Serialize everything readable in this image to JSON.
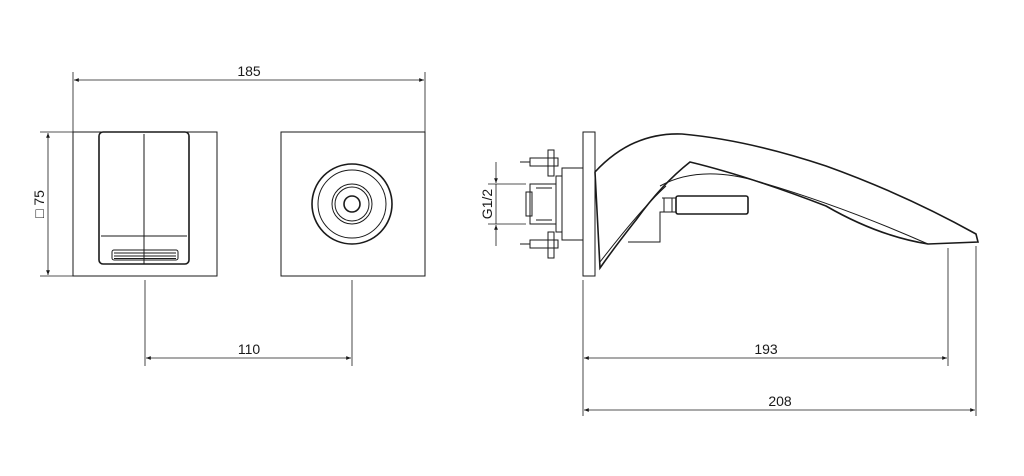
{
  "dimensions": {
    "overall_width": "185",
    "square_size": "□ 75",
    "center_distance": "110",
    "thread": "G1/2",
    "spout_reach": "193",
    "total_depth": "208"
  },
  "colors": {
    "line": "#1a1a1a",
    "background": "#ffffff"
  }
}
